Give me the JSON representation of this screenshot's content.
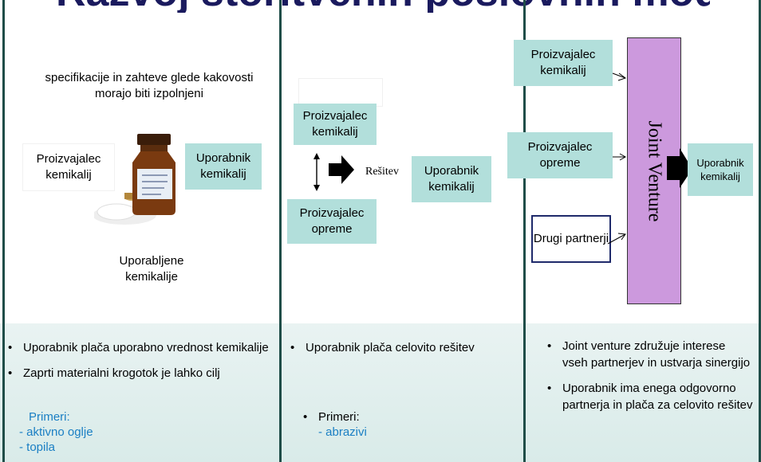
{
  "title": "Razvoj storitvenih poslovnih modelov",
  "col1": {
    "spec_text": "specifikacije in zahteve glede kakovosti morajo biti izpolnjeni",
    "producer": "Proizvajalec kemikalij",
    "user": "Uporabnik kemikalij",
    "used": "Uporabljene kemikalije",
    "bullets": [
      "Uporabnik plača uporabno vrednost kemikalije",
      "Zaprti materialni krogotok je lahko cilj"
    ],
    "examples_title": "Primeri:",
    "examples": [
      "- aktivno oglje",
      "- topila"
    ]
  },
  "col2": {
    "producer": "Proizvajalec kemikalij",
    "equipment": "Proizvajalec opreme",
    "solution_label": "Rešitev",
    "user": "Uporabnik kemikalij",
    "bullets": [
      "Uporabnik plača celovito rešitev"
    ],
    "examples_title": "Primeri:",
    "examples": [
      "- abrazivi"
    ]
  },
  "col3": {
    "producer": "Proizvajalec kemikalij",
    "equipment": "Proizvajalec opreme",
    "partners": "Drugi partnerji",
    "jv": "Joint Venture",
    "user": "Uporabnik kemikalij",
    "bullets": [
      "Joint venture združuje interese vseh partnerjev in ustvarja sinergijo",
      "Uporabnik ima enega odgovorno partnerja in plača za celovito rešitev"
    ]
  },
  "colors": {
    "teal": "#b2dfdb",
    "jv": "#cc99dd",
    "navy": "#1f2a6b",
    "link_blue": "#1b7fc4",
    "divider": "#1f4d48"
  }
}
